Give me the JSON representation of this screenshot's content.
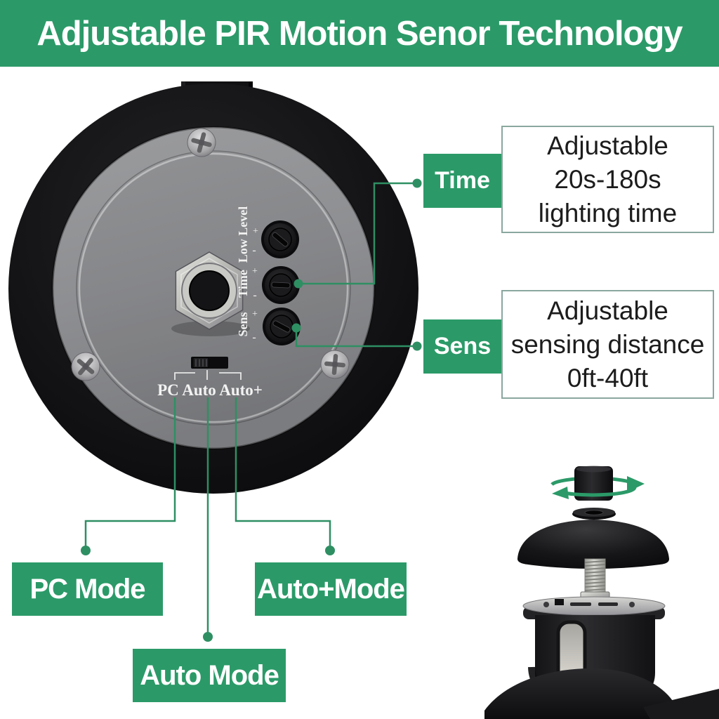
{
  "header": {
    "title": "Adjustable PIR Motion Senor Technology"
  },
  "colors": {
    "green": "#2B9A68",
    "line_green": "#2E8F63",
    "info_border": "#8AA79F"
  },
  "callouts": {
    "time": {
      "label": "Time",
      "line1": "Adjustable",
      "line2": "20s-180s",
      "line3": "lighting time"
    },
    "sens": {
      "label": "Sens",
      "line1": "Adjustable",
      "line2": "sensing distance",
      "line3": "0ft-40ft"
    }
  },
  "device": {
    "dial1_label": "Low Level",
    "dial2_label": "Time",
    "dial3_label": "Sens",
    "plus": "+",
    "minus": "-",
    "switch_label": "PC Auto Auto+"
  },
  "modes": {
    "pc": "PC Mode",
    "auto": "Auto Mode",
    "auto_plus": "Auto+Mode"
  }
}
